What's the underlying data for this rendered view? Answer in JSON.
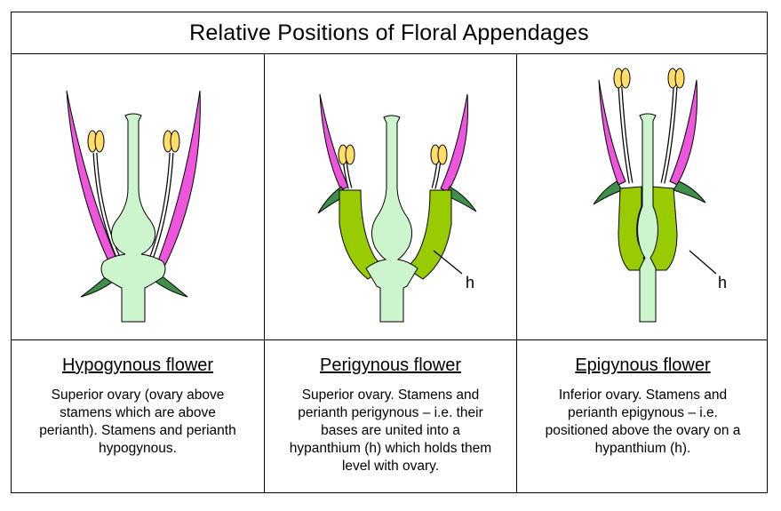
{
  "title": "Relative Positions of Floral Appendages",
  "panels": [
    {
      "heading": "Hypogynous flower",
      "description": "Superior ovary (ovary above stamens which are above perianth). Stamens and perianth hypogynous.",
      "label": ""
    },
    {
      "heading": "Perigynous flower",
      "description": "Superior ovary. Stamens and perianth perigynous – i.e. their bases are united into a hypanthium (h) which holds them level with ovary.",
      "label": "h"
    },
    {
      "heading": "Epigynous flower",
      "description": "Inferior ovary. Stamens and perianth epigynous – i.e. positioned above the ovary on a hypanthium (h).",
      "label": "h"
    }
  ],
  "colors": {
    "pistil": "#cdf5cd",
    "hypanthium": "#99cc00",
    "sepal": "#3d8f4a",
    "petal": "#ee55dd",
    "anther": "#ffdd66",
    "outline": "#000000"
  }
}
